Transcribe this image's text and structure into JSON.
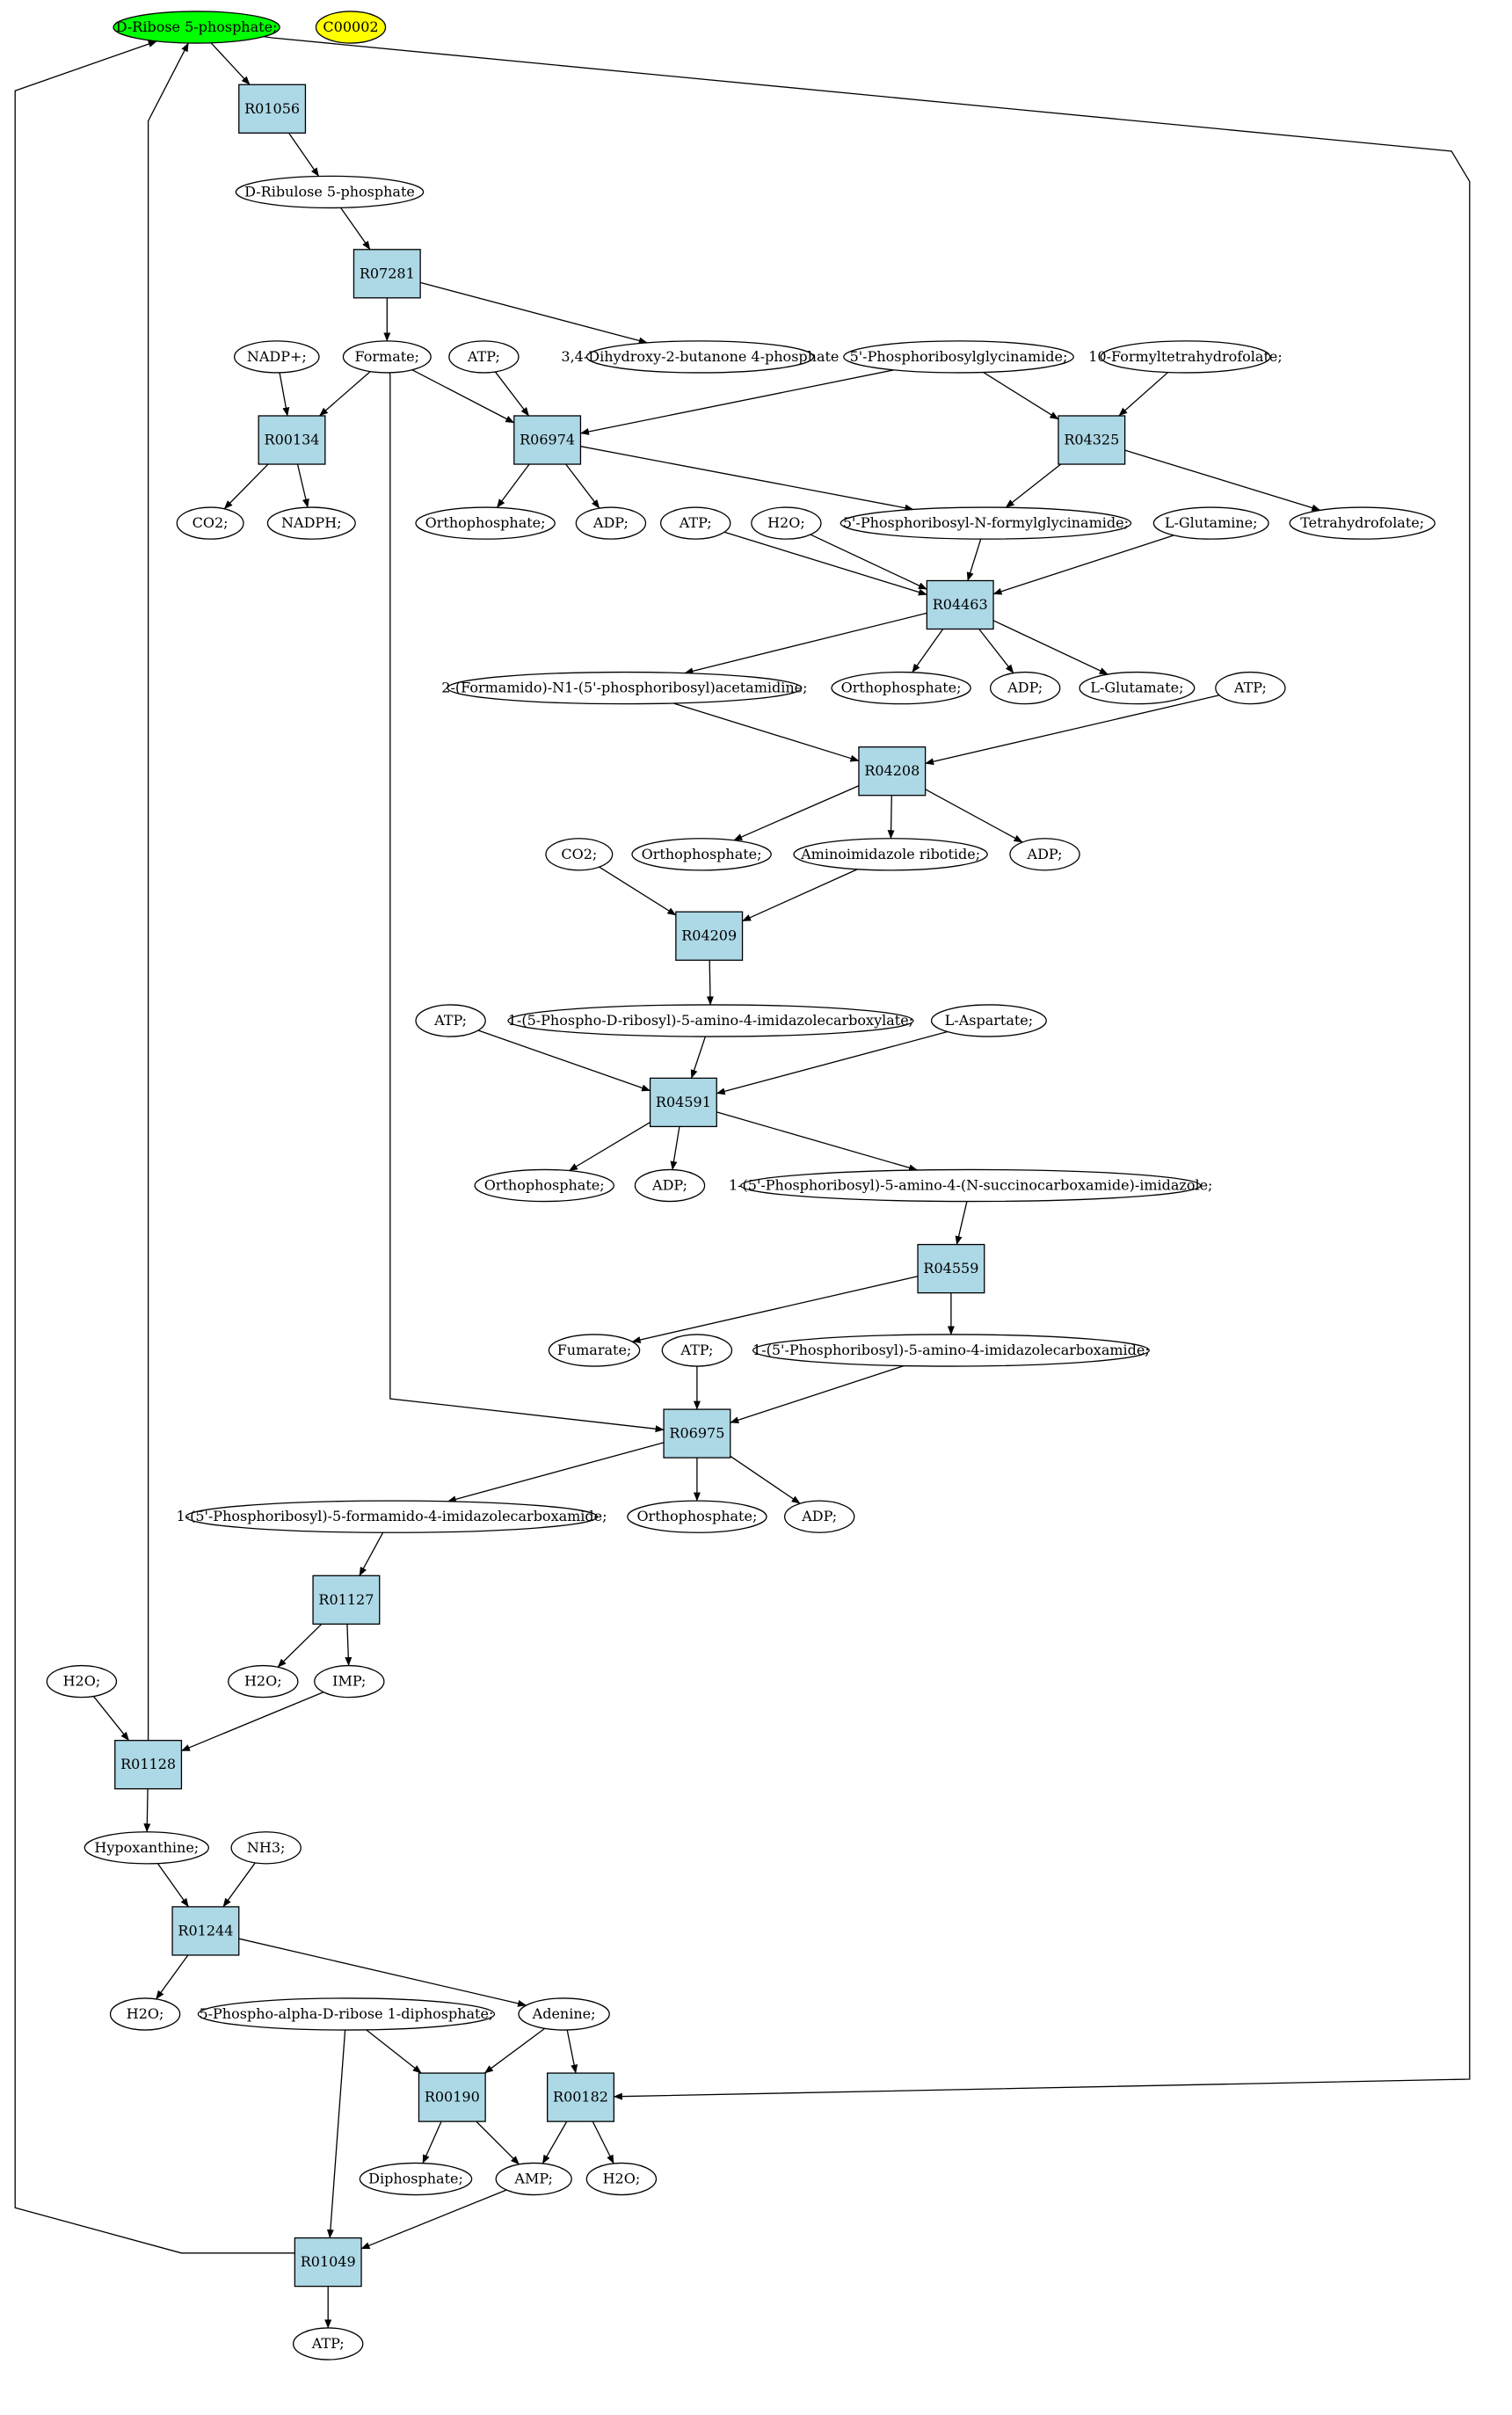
{
  "colors": {
    "reaction_fill": "#add8e6",
    "compound_fill": "#ffffff",
    "highlight_start": "#00ff00",
    "highlight_target": "#ffff00",
    "stroke": "#000000"
  },
  "nodes": [
    {
      "id": "n_rib5p",
      "label": "D-Ribose 5-phosphate;",
      "kind": "compound",
      "color": "highlight_start"
    },
    {
      "id": "n_c00002",
      "label": "C00002",
      "kind": "compound",
      "color": "highlight_target"
    },
    {
      "id": "r_R01056",
      "label": "R01056",
      "kind": "reaction"
    },
    {
      "id": "n_ribu5p",
      "label": "D-Ribulose 5-phosphate",
      "kind": "compound"
    },
    {
      "id": "r_R07281",
      "label": "R07281",
      "kind": "reaction"
    },
    {
      "id": "n_nadp",
      "label": "NADP+;",
      "kind": "compound"
    },
    {
      "id": "n_formate",
      "label": "Formate;",
      "kind": "compound"
    },
    {
      "id": "n_atp1",
      "label": "ATP;",
      "kind": "compound"
    },
    {
      "id": "n_dhb4p",
      "label": "3,4-Dihydroxy-2-butanone 4-phosphate",
      "kind": "compound"
    },
    {
      "id": "n_gar",
      "label": "5'-Phosphoribosylglycinamide;",
      "kind": "compound"
    },
    {
      "id": "n_10fthf",
      "label": "10-Formyltetrahydrofolate;",
      "kind": "compound"
    },
    {
      "id": "r_R00134",
      "label": "R00134",
      "kind": "reaction"
    },
    {
      "id": "r_R06974",
      "label": "R06974",
      "kind": "reaction"
    },
    {
      "id": "r_R04325",
      "label": "R04325",
      "kind": "reaction"
    },
    {
      "id": "n_co2a",
      "label": "CO2;",
      "kind": "compound"
    },
    {
      "id": "n_nadph",
      "label": "NADPH;",
      "kind": "compound"
    },
    {
      "id": "n_pi1",
      "label": "Orthophosphate;",
      "kind": "compound"
    },
    {
      "id": "n_adp1",
      "label": "ADP;",
      "kind": "compound"
    },
    {
      "id": "n_atp2",
      "label": "ATP;",
      "kind": "compound"
    },
    {
      "id": "n_h2o1",
      "label": "H2O;",
      "kind": "compound"
    },
    {
      "id": "n_fgar",
      "label": "5'-Phosphoribosyl-N-formylglycinamide;",
      "kind": "compound"
    },
    {
      "id": "n_gln",
      "label": "L-Glutamine;",
      "kind": "compound"
    },
    {
      "id": "n_thf",
      "label": "Tetrahydrofolate;",
      "kind": "compound"
    },
    {
      "id": "r_R04463",
      "label": "R04463",
      "kind": "reaction"
    },
    {
      "id": "n_fgam",
      "label": "2-(Formamido)-N1-(5'-phosphoribosyl)acetamidine;",
      "kind": "compound"
    },
    {
      "id": "n_pi2",
      "label": "Orthophosphate;",
      "kind": "compound"
    },
    {
      "id": "n_adp2",
      "label": "ADP;",
      "kind": "compound"
    },
    {
      "id": "n_glu",
      "label": "L-Glutamate;",
      "kind": "compound"
    },
    {
      "id": "n_atp3",
      "label": "ATP;",
      "kind": "compound"
    },
    {
      "id": "r_R04208",
      "label": "R04208",
      "kind": "reaction"
    },
    {
      "id": "n_co2b",
      "label": "CO2;",
      "kind": "compound"
    },
    {
      "id": "n_pi3",
      "label": "Orthophosphate;",
      "kind": "compound"
    },
    {
      "id": "n_air",
      "label": "Aminoimidazole ribotide;",
      "kind": "compound"
    },
    {
      "id": "n_adp3",
      "label": "ADP;",
      "kind": "compound"
    },
    {
      "id": "r_R04209",
      "label": "R04209",
      "kind": "reaction"
    },
    {
      "id": "n_atp4",
      "label": "ATP;",
      "kind": "compound"
    },
    {
      "id": "n_cair",
      "label": "1-(5-Phospho-D-ribosyl)-5-amino-4-imidazolecarboxylate;",
      "kind": "compound"
    },
    {
      "id": "n_asp",
      "label": "L-Aspartate;",
      "kind": "compound"
    },
    {
      "id": "r_R04591",
      "label": "R04591",
      "kind": "reaction"
    },
    {
      "id": "n_pi4",
      "label": "Orthophosphate;",
      "kind": "compound"
    },
    {
      "id": "n_adp4",
      "label": "ADP;",
      "kind": "compound"
    },
    {
      "id": "n_saicar",
      "label": "1-(5'-Phosphoribosyl)-5-amino-4-(N-succinocarboxamide)-imidazole;",
      "kind": "compound"
    },
    {
      "id": "r_R04559",
      "label": "R04559",
      "kind": "reaction"
    },
    {
      "id": "n_fum",
      "label": "Fumarate;",
      "kind": "compound"
    },
    {
      "id": "n_atp5",
      "label": "ATP;",
      "kind": "compound"
    },
    {
      "id": "n_aicar",
      "label": "1-(5'-Phosphoribosyl)-5-amino-4-imidazolecarboxamide;",
      "kind": "compound"
    },
    {
      "id": "r_R06975",
      "label": "R06975",
      "kind": "reaction"
    },
    {
      "id": "n_faicar",
      "label": "1-(5'-Phosphoribosyl)-5-formamido-4-imidazolecarboxamide;",
      "kind": "compound"
    },
    {
      "id": "n_pi5",
      "label": "Orthophosphate;",
      "kind": "compound"
    },
    {
      "id": "n_adp5",
      "label": "ADP;",
      "kind": "compound"
    },
    {
      "id": "r_R01127",
      "label": "R01127",
      "kind": "reaction"
    },
    {
      "id": "n_h2o2",
      "label": "H2O;",
      "kind": "compound"
    },
    {
      "id": "n_h2o3",
      "label": "H2O;",
      "kind": "compound"
    },
    {
      "id": "n_imp",
      "label": "IMP;",
      "kind": "compound"
    },
    {
      "id": "r_R01128",
      "label": "R01128",
      "kind": "reaction"
    },
    {
      "id": "n_hyp",
      "label": "Hypoxanthine;",
      "kind": "compound"
    },
    {
      "id": "n_nh3",
      "label": "NH3;",
      "kind": "compound"
    },
    {
      "id": "r_R01244",
      "label": "R01244",
      "kind": "reaction"
    },
    {
      "id": "n_h2o4",
      "label": "H2O;",
      "kind": "compound"
    },
    {
      "id": "n_prpp",
      "label": "5-Phospho-alpha-D-ribose 1-diphosphate;",
      "kind": "compound"
    },
    {
      "id": "n_ade",
      "label": "Adenine;",
      "kind": "compound"
    },
    {
      "id": "r_R00190",
      "label": "R00190",
      "kind": "reaction"
    },
    {
      "id": "r_R00182",
      "label": "R00182",
      "kind": "reaction"
    },
    {
      "id": "n_ppi",
      "label": "Diphosphate;",
      "kind": "compound"
    },
    {
      "id": "n_amp",
      "label": "AMP;",
      "kind": "compound"
    },
    {
      "id": "n_h2o5",
      "label": "H2O;",
      "kind": "compound"
    },
    {
      "id": "r_R01049",
      "label": "R01049",
      "kind": "reaction"
    },
    {
      "id": "n_atp6",
      "label": "ATP;",
      "kind": "compound"
    }
  ],
  "edges": [
    {
      "from": "n_rib5p",
      "to": "r_R01056"
    },
    {
      "from": "r_R01056",
      "to": "n_ribu5p"
    },
    {
      "from": "n_ribu5p",
      "to": "r_R07281"
    },
    {
      "from": "r_R07281",
      "to": "n_formate"
    },
    {
      "from": "r_R07281",
      "to": "n_dhb4p"
    },
    {
      "from": "n_nadp",
      "to": "r_R00134"
    },
    {
      "from": "n_formate",
      "to": "r_R00134"
    },
    {
      "from": "n_formate",
      "to": "r_R06974"
    },
    {
      "from": "n_atp1",
      "to": "r_R06974"
    },
    {
      "from": "n_gar",
      "to": "r_R06974"
    },
    {
      "from": "n_gar",
      "to": "r_R04325"
    },
    {
      "from": "n_10fthf",
      "to": "r_R04325"
    },
    {
      "from": "r_R00134",
      "to": "n_co2a"
    },
    {
      "from": "r_R00134",
      "to": "n_nadph"
    },
    {
      "from": "r_R06974",
      "to": "n_pi1"
    },
    {
      "from": "r_R06974",
      "to": "n_adp1"
    },
    {
      "from": "r_R06974",
      "to": "n_fgar"
    },
    {
      "from": "r_R04325",
      "to": "n_fgar"
    },
    {
      "from": "r_R04325",
      "to": "n_thf"
    },
    {
      "from": "n_atp2",
      "to": "r_R04463"
    },
    {
      "from": "n_h2o1",
      "to": "r_R04463"
    },
    {
      "from": "n_fgar",
      "to": "r_R04463"
    },
    {
      "from": "n_gln",
      "to": "r_R04463"
    },
    {
      "from": "r_R04463",
      "to": "n_fgam"
    },
    {
      "from": "r_R04463",
      "to": "n_pi2"
    },
    {
      "from": "r_R04463",
      "to": "n_adp2"
    },
    {
      "from": "r_R04463",
      "to": "n_glu"
    },
    {
      "from": "n_fgam",
      "to": "r_R04208"
    },
    {
      "from": "n_atp3",
      "to": "r_R04208"
    },
    {
      "from": "r_R04208",
      "to": "n_pi3"
    },
    {
      "from": "r_R04208",
      "to": "n_air"
    },
    {
      "from": "r_R04208",
      "to": "n_adp3"
    },
    {
      "from": "n_co2b",
      "to": "r_R04209"
    },
    {
      "from": "n_air",
      "to": "r_R04209"
    },
    {
      "from": "r_R04209",
      "to": "n_cair"
    },
    {
      "from": "n_atp4",
      "to": "r_R04591"
    },
    {
      "from": "n_cair",
      "to": "r_R04591"
    },
    {
      "from": "n_asp",
      "to": "r_R04591"
    },
    {
      "from": "r_R04591",
      "to": "n_pi4"
    },
    {
      "from": "r_R04591",
      "to": "n_adp4"
    },
    {
      "from": "r_R04591",
      "to": "n_saicar"
    },
    {
      "from": "n_saicar",
      "to": "r_R04559"
    },
    {
      "from": "r_R04559",
      "to": "n_fum"
    },
    {
      "from": "r_R04559",
      "to": "n_aicar"
    },
    {
      "from": "n_formate",
      "to": "r_R06975"
    },
    {
      "from": "n_atp5",
      "to": "r_R06975"
    },
    {
      "from": "n_aicar",
      "to": "r_R06975"
    },
    {
      "from": "r_R06975",
      "to": "n_faicar"
    },
    {
      "from": "r_R06975",
      "to": "n_pi5"
    },
    {
      "from": "r_R06975",
      "to": "n_adp5"
    },
    {
      "from": "n_faicar",
      "to": "r_R01127"
    },
    {
      "from": "r_R01127",
      "to": "n_h2o3"
    },
    {
      "from": "r_R01127",
      "to": "n_imp"
    },
    {
      "from": "n_h2o2",
      "to": "r_R01128"
    },
    {
      "from": "n_imp",
      "to": "r_R01128"
    },
    {
      "from": "r_R01128",
      "to": "n_hyp"
    },
    {
      "from": "r_R01128",
      "to": "n_rib5p"
    },
    {
      "from": "n_hyp",
      "to": "r_R01244"
    },
    {
      "from": "n_nh3",
      "to": "r_R01244"
    },
    {
      "from": "r_R01244",
      "to": "n_h2o4"
    },
    {
      "from": "r_R01244",
      "to": "n_ade"
    },
    {
      "from": "n_prpp",
      "to": "r_R00190"
    },
    {
      "from": "n_ade",
      "to": "r_R00190"
    },
    {
      "from": "n_ade",
      "to": "r_R00182"
    },
    {
      "from": "n_rib5p",
      "to": "r_R00182"
    },
    {
      "from": "n_prpp",
      "to": "r_R01049"
    },
    {
      "from": "r_R00190",
      "to": "n_ppi"
    },
    {
      "from": "r_R00190",
      "to": "n_amp"
    },
    {
      "from": "r_R00182",
      "to": "n_amp"
    },
    {
      "from": "r_R00182",
      "to": "n_h2o5"
    },
    {
      "from": "n_amp",
      "to": "r_R01049"
    },
    {
      "from": "r_R01049",
      "to": "n_atp6"
    },
    {
      "from": "r_R01049",
      "to": "n_rib5p"
    }
  ]
}
